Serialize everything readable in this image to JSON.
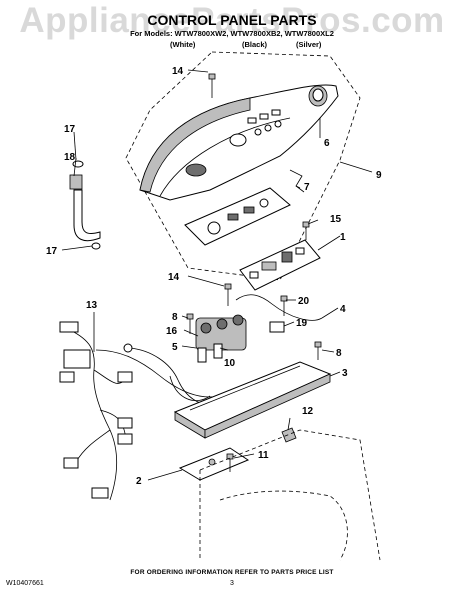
{
  "watermark": "AppliancePartsPros.com",
  "header": {
    "title": "CONTROL PANEL PARTS",
    "models_line": "For Models: WTW7800XW2, WTW7800XB2, WTW7800XL2",
    "color_white": "(White)",
    "color_black": "(Black)",
    "color_silver": "(Silver)"
  },
  "callouts": [
    "14",
    "17",
    "18",
    "6",
    "9",
    "7",
    "15",
    "1",
    "17",
    "14",
    "13",
    "8",
    "16",
    "20",
    "4",
    "19",
    "5",
    "10",
    "8",
    "3",
    "12",
    "11",
    "2"
  ],
  "footer": {
    "ordering_note": "FOR ORDERING INFORMATION REFER TO PARTS PRICE LIST",
    "doc_number": "W10407661",
    "page_number": "3"
  }
}
